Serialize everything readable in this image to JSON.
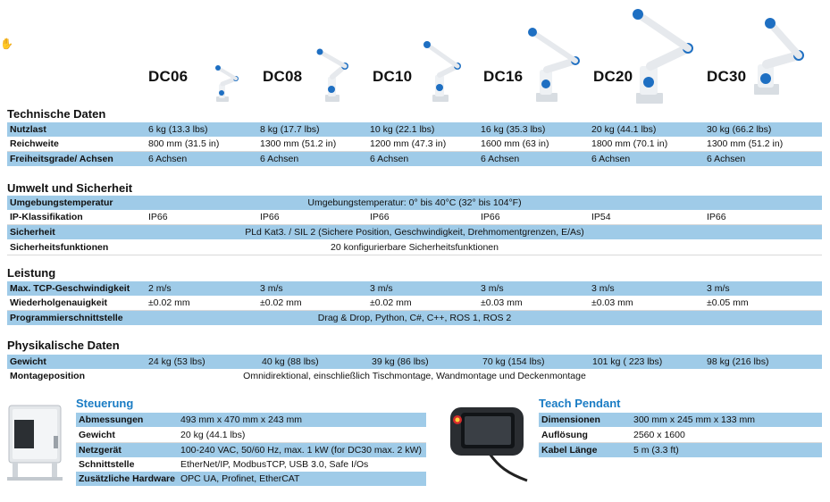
{
  "models": [
    "DC06",
    "DC08",
    "DC10",
    "DC16",
    "DC20",
    "DC30"
  ],
  "sections": {
    "technical": {
      "title": "Technische Daten",
      "rows": [
        {
          "label": "Nutzlast",
          "values": [
            "6 kg (13.3 lbs)",
            "8 kg (17.7 lbs)",
            "10 kg (22.1 lbs)",
            "16 kg (35.3 lbs)",
            "20 kg (44.1 lbs)",
            "30 kg (66.2 lbs)"
          ]
        },
        {
          "label": "Reichweite",
          "values": [
            "800 mm (31.5 in)",
            "1300 mm (51.2 in)",
            "1200 mm (47.3 in)",
            "1600 mm (63 in)",
            "1800 mm (70.1 in)",
            "1300 mm (51.2 in)"
          ]
        },
        {
          "label": "Freiheitsgrade/ Achsen",
          "values": [
            "6 Achsen",
            "6 Achsen",
            "6 Achsen",
            "6 Achsen",
            "6 Achsen",
            "6 Achsen"
          ]
        }
      ]
    },
    "environment": {
      "title": "Umwelt und Sicherheit",
      "rows": [
        {
          "label": "Umgebungstemperatur",
          "span": "Umgebungstemperatur: 0° bis 40°C (32° bis 104°F)"
        },
        {
          "label": "IP-Klassifikation",
          "values": [
            "IP66",
            "IP66",
            "IP66",
            "IP66",
            "IP54",
            "IP66"
          ]
        },
        {
          "label": "Sicherheit",
          "span": "PLd Kat3. / SIL 2 (Sichere Position, Geschwindigkeit, Drehmomentgrenzen, E/As)"
        },
        {
          "label": "Sicherheitsfunktionen",
          "span": "20 konfigurierbare Sicherheitsfunktionen"
        }
      ]
    },
    "performance": {
      "title": "Leistung",
      "rows": [
        {
          "label": "Max. TCP-Geschwindigkeit",
          "values": [
            "2 m/s",
            "3 m/s",
            "3 m/s",
            "3 m/s",
            "3 m/s",
            "3 m/s"
          ]
        },
        {
          "label": "Wiederholgenauigkeit",
          "values": [
            "±0.02 mm",
            "±0.02 mm",
            "±0.02 mm",
            "±0.03 mm",
            "±0.03 mm",
            "±0.05 mm"
          ]
        },
        {
          "label": "Programmierschnittstelle",
          "span": "Drag & Drop, Python, C#, C++, ROS 1, ROS 2"
        }
      ]
    },
    "physical": {
      "title": "Physikalische Daten",
      "rows": [
        {
          "label": "Gewicht",
          "values": [
            "24 kg (53 lbs)",
            "40 kg (88 lbs)",
            "39 kg (86 lbs)",
            "70 kg (154 lbs)",
            "101 kg ( 223 lbs)",
            "98 kg (216 lbs)"
          ]
        },
        {
          "label": "Montageposition",
          "span": "Omnidirektional, einschließlich Tischmontage, Wandmontage und Deckenmontage"
        }
      ]
    }
  },
  "controller": {
    "title": "Steuerung",
    "rows": [
      {
        "label": "Abmessungen",
        "value": "493 mm x 470 mm x 243 mm"
      },
      {
        "label": "Gewicht",
        "value": "20 kg (44.1 lbs)"
      },
      {
        "label": "Netzgerät",
        "value": "100-240 VAC, 50/60 Hz, max. 1 kW (for DC30 max. 2 kW)"
      },
      {
        "label": "Schnittstelle",
        "value": "EtherNet/IP, ModbusTCP, USB 3.0, Safe I/Os"
      },
      {
        "label": "Zusätzliche Hardware",
        "value": "OPC UA, Profinet, EtherCAT"
      }
    ]
  },
  "pendant": {
    "title": "Teach Pendant",
    "rows": [
      {
        "label": "Dimensionen",
        "value": "300 mm x 245 mm x 133 mm"
      },
      {
        "label": "Auflösung",
        "value": "2560 x 1600"
      },
      {
        "label": "Kabel Länge",
        "value": "5 m (3.3 ft)"
      }
    ]
  }
}
